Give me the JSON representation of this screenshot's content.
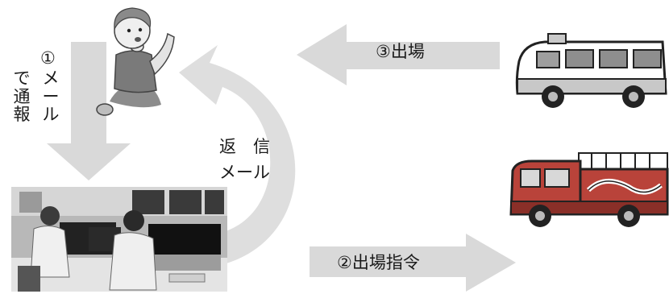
{
  "labels": {
    "step1_num": "①",
    "step1_col1": [
      "メ",
      "ー",
      "ル"
    ],
    "step1_col2": [
      "で",
      "通",
      "報"
    ],
    "reply_line1": "返　信",
    "reply_line2": "メール",
    "step3": "③出場",
    "step2": "②出場指令"
  },
  "icons": {
    "reporter": "woman-calling-icon",
    "center": "dispatch-center-photo",
    "ambulance": "ambulance-icon",
    "firetruck": "fire-engine-icon"
  },
  "colors": {
    "arrow": "#d9d9d9",
    "ink": "#1a1a1a",
    "vehicle_red": "#b9433a"
  }
}
